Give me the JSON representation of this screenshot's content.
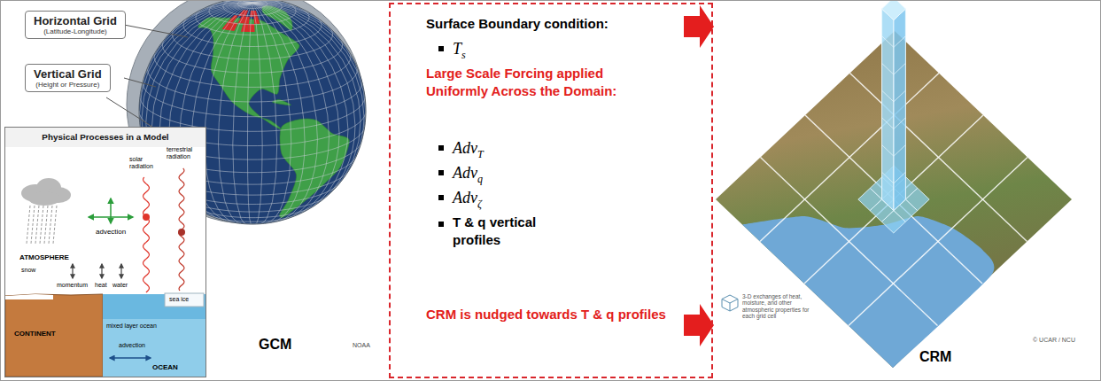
{
  "diagram": {
    "nodes": [
      {
        "text": [
          "Horizontal Grid",
          "(Latitude-Longitude)"
        ]
      },
      {
        "text": [
          "Vertical Grid",
          "(Height or Pressure)"
        ]
      },
      {
        "text": [
          "Physical Processes in a Model"
        ]
      },
      {
        "text": [
          "Surface Boundary condition:",
          "Ts",
          "Large Scale Forcing applied Uniformly Across the Domain:",
          "AdvT",
          "Advq",
          "Advζ",
          "T & q vertical profiles",
          "CRM is nudged towards T & q profiles"
        ]
      }
    ],
    "labels": [
      "GCM",
      "NOAA",
      "ATMOSPHERE",
      "advection",
      "solar radiation",
      "terrestrial radiation",
      "snow",
      "momentum",
      "heat",
      "water",
      "sea ice",
      "CONTINENT",
      "mixed layer ocean",
      "advection",
      "OCEAN",
      "3-D exchanges of heat, moisture, and other atmospheric properties for each grid cell",
      "CRM",
      "© UCAR / NCU"
    ]
  }
}
